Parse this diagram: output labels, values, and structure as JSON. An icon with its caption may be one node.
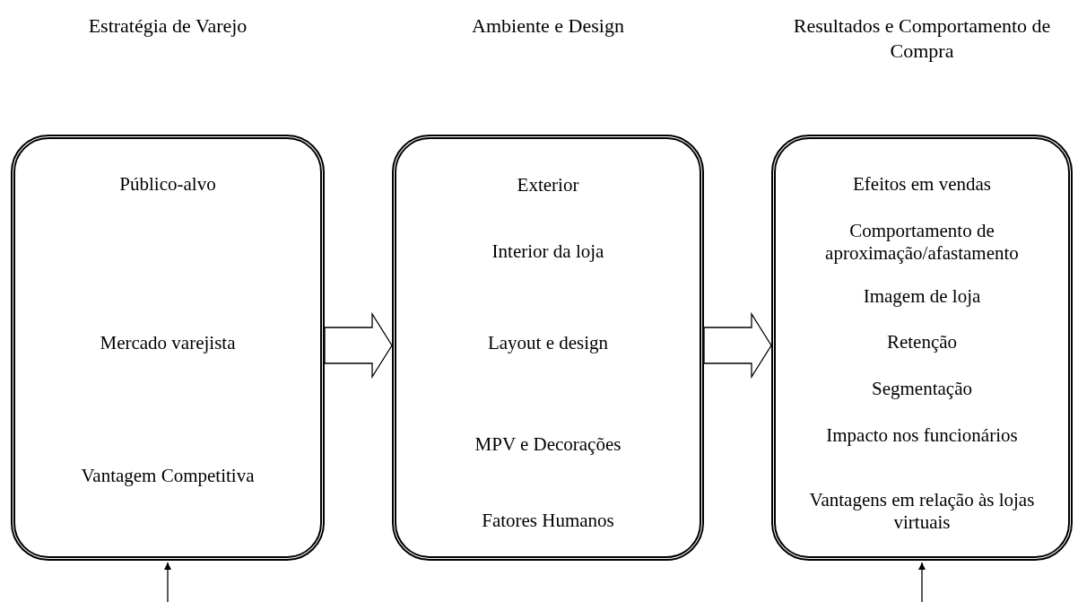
{
  "diagram": {
    "nodes": [
      {
        "text": [
          "Estratégia de Varejo",
          "Público-alvo",
          "Mercado varejista",
          "Vantagem Competitiva"
        ]
      },
      {
        "text": [
          "Ambiente e Design",
          "Exterior",
          "Interior da loja",
          "Layout e design",
          "MPV e Decorações",
          "Fatores Humanos"
        ]
      },
      {
        "text": [
          "Resultados e Comportamento de Compra",
          "Efeitos em vendas",
          "Comportamento de aproximação/afastamento",
          "Imagem de loja",
          "Retenção",
          "Segmentação",
          "Impacto nos funcionários",
          "Vantagens em relação às lojas virtuais"
        ]
      }
    ],
    "edges": [
      {
        "from": 0,
        "to": 1,
        "arrow": "to"
      },
      {
        "from": 1,
        "to": 2,
        "arrow": "to"
      },
      {
        "from": null,
        "to": 0,
        "arrow": "to"
      },
      {
        "from": null,
        "to": 2,
        "arrow": "to"
      }
    ]
  }
}
